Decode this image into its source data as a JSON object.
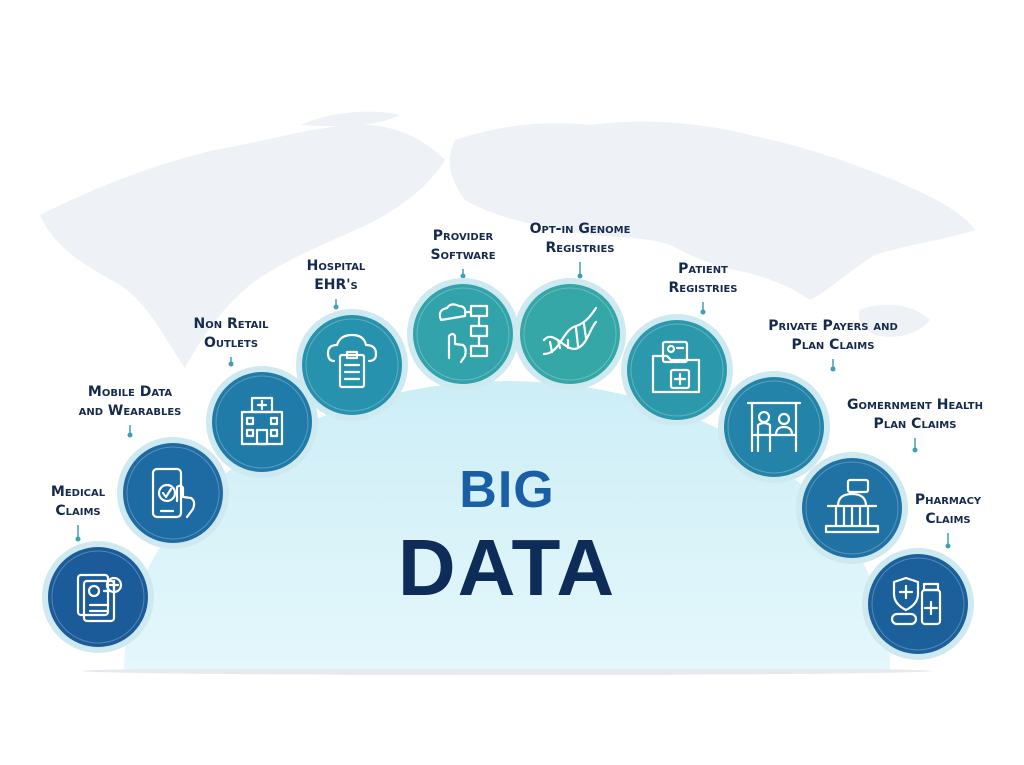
{
  "title": {
    "line1": "BIG",
    "line2": "DATA"
  },
  "nodes": [
    {
      "id": "medical-claims",
      "label": [
        "Medical",
        "Claims"
      ],
      "icon": "medical-claim-document-icon",
      "color": "#1c5b99"
    },
    {
      "id": "mobile-data-wearables",
      "label": [
        "Mobile Data",
        "and Wearables"
      ],
      "icon": "smartphone-touch-icon",
      "color": "#1e6aa3"
    },
    {
      "id": "non-retail-outlets",
      "label": [
        "Non Retail",
        "Outlets"
      ],
      "icon": "clinic-building-icon",
      "color": "#207ba9"
    },
    {
      "id": "hospital-ehrs",
      "label": [
        "Hospital",
        "EHR's"
      ],
      "icon": "cloud-clipboard-icon",
      "color": "#2792ad"
    },
    {
      "id": "provider-software",
      "label": [
        "Provider",
        "Software"
      ],
      "icon": "network-hand-icon",
      "color": "#32a3aa"
    },
    {
      "id": "opt-in-genome-registries",
      "label": [
        "Opt-in Genome",
        "Registries"
      ],
      "icon": "dna-icon",
      "color": "#34a7a6"
    },
    {
      "id": "patient-registries",
      "label": [
        "Patient",
        "Registries"
      ],
      "icon": "patient-folder-icon",
      "color": "#2c98ab"
    },
    {
      "id": "private-payers-plan-claims",
      "label": [
        "Private Payers and",
        "Plan Claims"
      ],
      "icon": "payment-counter-icon",
      "color": "#2483a8"
    },
    {
      "id": "government-health-plan-claims",
      "label": [
        "Gomernment Health",
        "Plan Claims"
      ],
      "icon": "government-building-icon",
      "color": "#1f72a3"
    },
    {
      "id": "pharmacy-claims",
      "label": [
        "Pharmacy",
        "Claims"
      ],
      "icon": "pharmacy-medicine-icon",
      "color": "#1b5f9b"
    }
  ],
  "colors": {
    "dome": "#daf3f9",
    "label": "#152a4e",
    "big": "#1a5fa5",
    "data": "#0d2c57",
    "connector": "#3f9fb8",
    "map": "#f0f3f7"
  }
}
